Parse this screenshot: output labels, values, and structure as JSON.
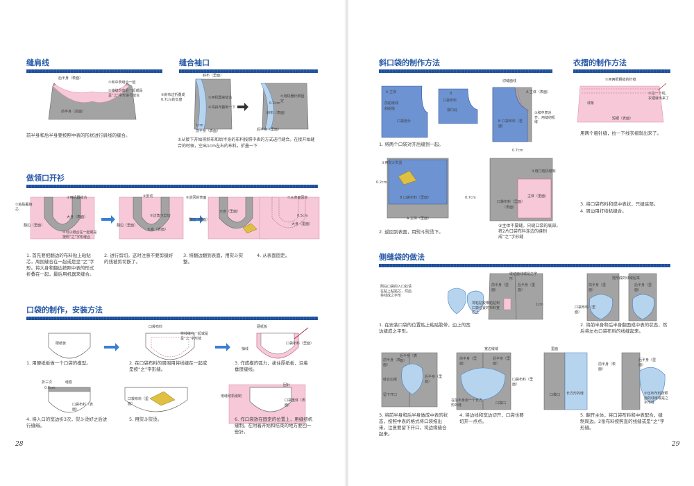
{
  "colors": {
    "accent": "#2a5aa6",
    "pink": "#f6c8d8",
    "gray": "#9a9a9a",
    "blue": "#6d93d3",
    "lightblue": "#b7d4ef"
  },
  "page_numbers": {
    "left": "28",
    "right": "29"
  },
  "shoulder": {
    "title": "缝肩线",
    "labels": [
      "后半身（表面）",
      "①和中表缝合一起",
      "②接缝份向后一起或是呈“之”字形进行缝合",
      "前半身（后面）"
    ],
    "caption": "前半身和后半身要按照中表的形状进行肩线的缝合。"
  },
  "sleeve": {
    "title": "缝合袖口",
    "labels": [
      "斜布（里面）",
      "③斜布边折叠成0.7cm的长度",
      "②用机器来缝合",
      "④将斜布翻到一下",
      "1cm",
      "前半身（表面）",
      "⑤用机器针脚固定",
      "0.2cm",
      "斜布（表面）",
      "后半身（里面）"
    ],
    "caption": "①从接下开始将斜布和后半身的布料按照中表的方式进行缝合。在接开始缝合的时候，空出1cm左右的布料，折叠一下"
  },
  "neck": {
    "title": "做领口开衫",
    "labels": [
      "③用机器缝合",
      "①粘贴覆接芯",
      "翻边（里面）",
      "②可以缝合在一起或是按照“之”字形缝合",
      "大身（表面）",
      "④剪切",
      "⑤边角也剪切",
      "翻边（里面）",
      "大身（表面）",
      "⑥返回的表面",
      "大身（里面）",
      "翻边（表面）",
      "⑦从表面固定",
      "0.5cm",
      "大身（里面）"
    ],
    "captions": [
      "1. 首先要把翻边的布料贴上粘贴芯，周围缝合在一起或是呈“之”字形。将大身和翻边按照中表的形式折叠在一起，最后用机器来缝合。",
      "2. 进行剪切。这时注意不要剪缝好的线被剪切断了。",
      "3. 将翻边翻到表面，用熨斗熨整。",
      "4. 从表面固定。"
    ]
  },
  "pocket": {
    "title": "口袋的制作，安装方法",
    "labels": [
      "硬纸板",
      "口袋布料",
      "将线缝在一起或是呈“之”字形缝",
      "硬纸板",
      "抽线",
      "口袋布料（里面）",
      "折三次",
      "缝痕",
      "0.8cm",
      "口袋布料（表面）",
      "口袋布料（里面）",
      "用缝纫机缝制",
      "固针",
      "口袋重体（表面）"
    ],
    "captions": [
      "1. 用硬纸板做一个口袋的模型。",
      "2. 在口袋布料的周围用将线缝在一起或是按“之”字形缝。",
      "3. 作成模的弧力，拔住厚纸板，沿着垂度缝线。",
      "4. 将入口的宽边折3次，熨斗烫好之后进行缝缉。",
      "5. 用熨斗熨烫。",
      "6. 作口袋放在固定的位置上，用缝纫机缝制。在附着开始和结束的地方要回一些针。"
    ]
  },
  "slant": {
    "title": "斜口袋的制作方法",
    "labels": [
      "A 主体",
      "前船缝线",
      "斜船缝",
      "口袋部分",
      "B",
      "口袋布料",
      "袋口处",
      "切缝面线",
      "A 主体（表面）",
      "③和中表对齐，用缝纫机缝",
      "B 口袋布料（里面）",
      "②用熨斗熨烫",
      "0.2cm",
      "B 口袋布料（里面）",
      "A 主体（里面）",
      "0.7cm",
      "④用打结机缝制",
      "主体（里面）",
      "0.7cm",
      "口袋布料（里面）",
      "（表面）"
    ],
    "captions": [
      "1. 将两个口袋对齐后缝到一起。",
      "2. 返回到表面，用熨斗熨烫下。",
      "③主体不要缝。只缝口袋的底部。将2片口袋布料连边的缝制成“之”字形缝"
    ]
  },
  "hem": {
    "title": "衣摺的制作方法",
    "labels": [
      "①用两根粗缝的针缝",
      "②拉一下线，衣褶就出来了",
      "线条",
      "短裙（表面）"
    ],
    "captions": [
      "用两个粗针缝，拉一下线衣褶就出来了。",
      "3. 将口袋布料和成中表状，只缝底部。",
      "4. 周边用打结机缝合。"
    ]
  },
  "side": {
    "title": "侧缝袋的做法",
    "labels": [
      "刚在口袋的入口处请在贴上粘贴芯，然后将线成之字形",
      "缝纫面线或是之字形",
      "前半身（里面）",
      "后半身（里面）",
      "1cm",
      "将粘贴胶带粘贴到口袋位置的布料宽边上",
      "拖形成的线缝起来",
      "前半身（里面）",
      "后半身（里面）",
      "口袋布料（里面）",
      "后半身（表面）",
      "前半身（表面）",
      "缝合边缘",
      "留下开口",
      "后半身（里面）",
      "宽边缝缝",
      "前半身（里面）",
      "后半身（里面）",
      "口袋布料（里面）",
      "在前半身用一个长方形的缝",
      "口袋口",
      "里面",
      "口袋口",
      "长方形的缝",
      "前半身（表面）",
      "后半身（里面）",
      "②伍布布料按照面的线缝或是之字形缝"
    ],
    "captions": [
      "1. 在安装口袋的位置贴上粘贴胶带，边上的宽边缝成之字形。",
      "2. 将前半身和后半身翻面成中表的状态，然后将左右口袋布料的线缝起来。",
      "3. 将前半身和后半身做成中表的状态，按照中表的格式将口袋拖出来，注意要留下开口，将边缘缝合起来。",
      "4. 将边线和宽边切开，口袋也要切开一点点。",
      "5. 翻开主体，将口袋布料和中表配合，缝制周边。2张布料按照直的线缝或是“之”字形缝。"
    ]
  }
}
